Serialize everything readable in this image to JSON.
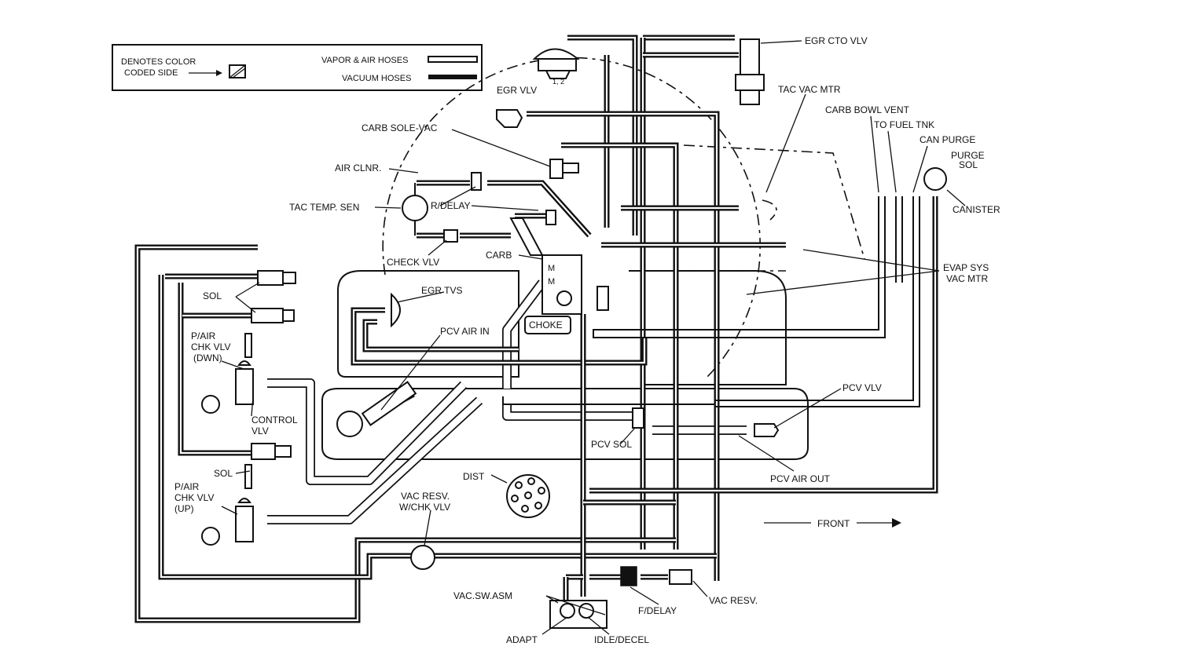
{
  "legend": {
    "color_coded_line1": "DENOTES COLOR",
    "color_coded_line2": "CODED SIDE",
    "vapor_air_hoses": "VAPOR & AIR HOSES",
    "vacuum_hoses": "VACUUM HOSES"
  },
  "labels": {
    "egr_vlv": "EGR VLV",
    "egr_cto_vlv": "EGR CTO VLV",
    "tac_vac_mtr": "TAC VAC MTR",
    "carb_bowl_vent": "CARB BOWL VENT",
    "to_fuel_tnk": "TO FUEL TNK",
    "can_purge": "CAN PURGE",
    "purge_sol_1": "PURGE",
    "purge_sol_2": "SOL",
    "canister": "CANISTER",
    "carb_sole_vac": "CARB SOLE-VAC",
    "air_clnr": "AIR CLNR.",
    "tac_temp_sen": "TAC TEMP. SEN",
    "r_delay": "R/DELAY",
    "check_vlv": "CHECK VLV",
    "carb": "CARB",
    "evap_sys_1": "EVAP SYS",
    "evap_sys_2": "VAC MTR",
    "egr_tvs": "EGR TVS",
    "sol_top": "SOL",
    "choke": "CHOKE",
    "pcv_air_in": "PCV AIR IN",
    "p_air_dwn_1": "P/AIR",
    "p_air_dwn_2": "CHK VLV",
    "p_air_dwn_3": "(DWN)",
    "control_vlv_1": "CONTROL",
    "control_vlv_2": "VLV",
    "pcv_vlv": "PCV VLV",
    "pcv_sol": "PCV SOL",
    "sol_bottom": "SOL",
    "pcv_air_out": "PCV AIR OUT",
    "p_air_up_1": "P/AIR",
    "p_air_up_2": "CHK VLV",
    "p_air_up_3": "(UP)",
    "dist": "DIST",
    "vac_resv_chk_1": "VAC RESV.",
    "vac_resv_chk_2": "W/CHK VLV",
    "front": "FRONT",
    "vac_sw_asm": "VAC.SW.ASM",
    "f_delay": "F/DELAY",
    "vac_resv": "VAC RESV.",
    "adapt": "ADAPT",
    "idle_decel": "IDLE/DECEL",
    "egr_vlv_port": "1, 2",
    "carb_port_m1": "M",
    "carb_port_m2": "M"
  }
}
